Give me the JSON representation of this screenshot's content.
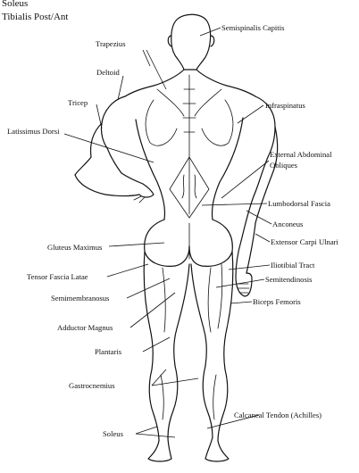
{
  "header": {
    "line1": "Soleus",
    "line2": "Tibialis Post/Ant"
  },
  "labels": {
    "semispinalis_capitis": "Semispinalis Capitis",
    "trapezius": "Trapezius",
    "deltoid": "Deltoid",
    "tricep": "Tricep",
    "infraspinatus": "Infraspinatus",
    "latissimus_dorsi": "Latissimus Dorsi",
    "external_abdominal_1": "External Abdominal",
    "external_abdominal_2": "Obliques",
    "lumbodorsal_fascia": "Lumbodorsal Fascia",
    "anconeus": "Anconeus",
    "gluteus_maximus": "Gluteus Maximus",
    "extensor_carpi_ulnari": "Extensor Carpi Ulnari",
    "iliotibial_tract": "Iliotibial Tract",
    "tensor_fascia_latae": "Tensor Fascia Latae",
    "semitendinosis": "Semitendinosis",
    "semimembranosus": "Semimembranosus",
    "biceps_femoris": "Biceps Femoris",
    "adductor_magnus": "Adductor Magnus",
    "plantaris": "Plantaris",
    "gastrocnemius": "Gastrocnemius",
    "calcaneal_tendon": "Calcaneal Tendon (Achilles)",
    "soleus": "Soleus"
  }
}
